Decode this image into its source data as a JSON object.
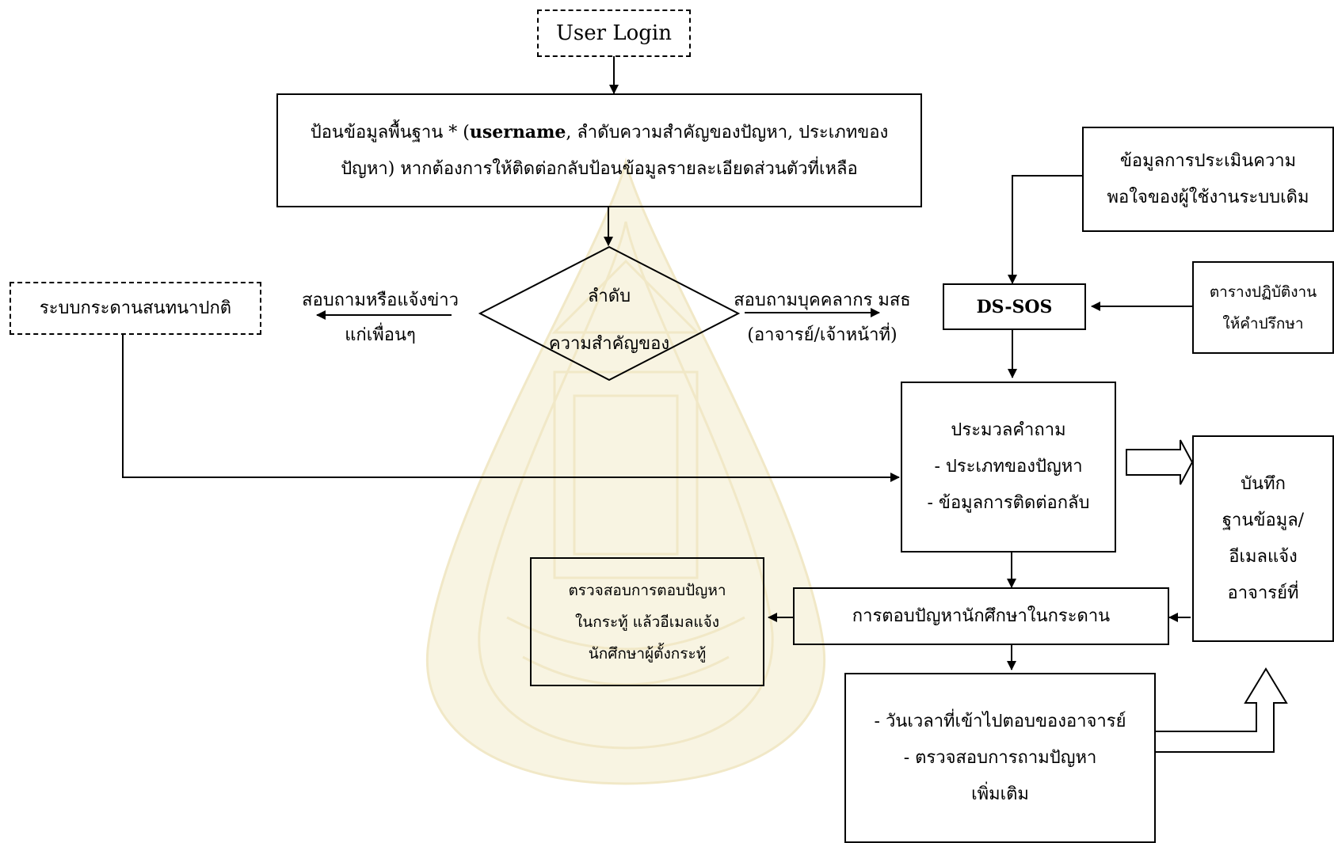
{
  "nodes": {
    "user_login": "User Login",
    "basic_info": {
      "line1_pre": "ป้อนข้อมูลพื้นฐาน * (",
      "line1_user": "username",
      "line1_post": ", ลำดับความสำคัญของปัญหา, ประเภทของ",
      "line2": "ปัญหา) หากต้องการให้ติดต่อกลับป้อนข้อมูลรายละเอียดส่วนตัวที่เหลือ"
    },
    "decision": {
      "line1": "ลำดับ",
      "line2": "ความสำคัญของ"
    },
    "normal_board": "ระบบกระดานสนทนาปกติ",
    "satisfaction": {
      "line1": "ข้อมูลการประเมินความ",
      "line2": "พอใจของผู้ใช้งานระบบเดิม"
    },
    "ds_sos": "DS-SOS",
    "schedule": {
      "line1": "ตารางปฏิบัติงาน",
      "line2": "ให้คำปรึกษา"
    },
    "process": {
      "line1": "ประมวลคำถาม",
      "line2": "- ประเภทของปัญหา",
      "line3": "- ข้อมูลการติดต่อกลับ"
    },
    "record": {
      "line1": "บันทึก",
      "line2": "ฐานข้อมูล/",
      "line3": "อีเมลแจ้ง",
      "line4": "อาจารย์ที่"
    },
    "answer": "การตอบปัญหานักศึกษาในกระดาน",
    "check_answer": {
      "line1": "ตรวจสอบการตอบปัญหา",
      "line2": "ในกระทู้ แล้วอีเมลแจ้ง",
      "line3": "นักศึกษาผู้ตั้งกระทู้"
    },
    "datetime": {
      "line1": "- วันเวลาที่เข้าไปตอบของอาจารย์",
      "line2": "- ตรวจสอบการถามปัญหา",
      "line3": "เพิ่มเติม"
    }
  },
  "edge_labels": {
    "left": {
      "line1": "สอบถามหรือแจ้งข่าว",
      "line2": "แก่เพื่อนๆ"
    },
    "right": {
      "line1": "สอบถามบุคคลากร มสธ",
      "line2": "(อาจารย์/เจ้าหน้าที่)"
    }
  }
}
